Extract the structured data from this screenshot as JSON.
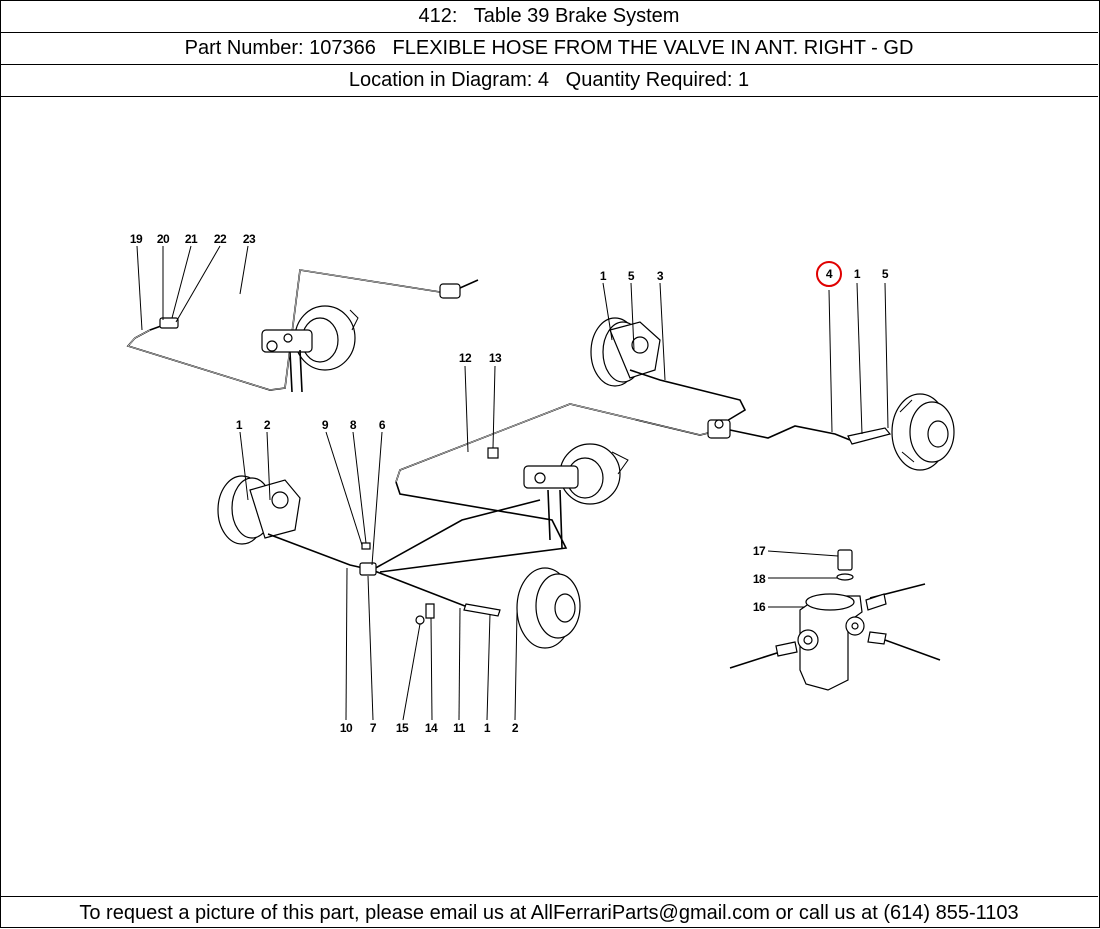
{
  "header": {
    "title_id": "412:",
    "title_text": "Table 39 Brake System",
    "part_prefix": "Part Number:",
    "part_number": "107366",
    "part_description": "FLEXIBLE HOSE FROM THE VALVE IN ANT. RIGHT - GD",
    "location_prefix": "Location in Diagram:",
    "location_value": "4",
    "quantity_prefix": "Quantity Required:",
    "quantity_value": "1"
  },
  "diagram": {
    "highlight_color": "#e00000",
    "callouts": [
      "19",
      "20",
      "21",
      "22",
      "23",
      "1",
      "5",
      "3",
      "4",
      "1",
      "5",
      "12",
      "13",
      "1",
      "2",
      "9",
      "8",
      "6",
      "17",
      "18",
      "16",
      "10",
      "7",
      "15",
      "14",
      "11",
      "1",
      "2"
    ]
  },
  "footer": {
    "text": "To request a picture of this part, please email us at AllFerrariParts@gmail.com or call us at (614) 855-1103"
  }
}
